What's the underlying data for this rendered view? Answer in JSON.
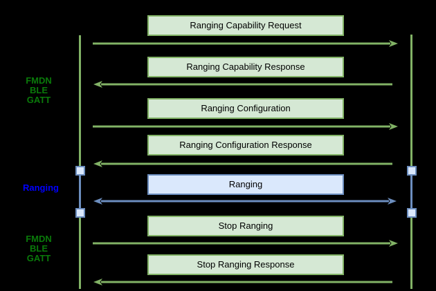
{
  "diagram": {
    "side_labels": [
      {
        "text": "FMDN\nBLE\nGATT",
        "color": "green"
      },
      {
        "text": "Ranging",
        "color": "blue"
      },
      {
        "text": "FMDN\nBLE\nGATT",
        "color": "green"
      }
    ],
    "messages": [
      {
        "label": "Ranging Capability Request",
        "direction": "right",
        "scheme": "green"
      },
      {
        "label": "Ranging Capability Response",
        "direction": "left",
        "scheme": "green"
      },
      {
        "label": "Ranging Configuration",
        "direction": "right",
        "scheme": "green"
      },
      {
        "label": "Ranging Configuration Response",
        "direction": "left",
        "scheme": "green"
      },
      {
        "label": "Ranging",
        "direction": "both",
        "scheme": "blue"
      },
      {
        "label": "Stop Ranging",
        "direction": "right",
        "scheme": "green"
      },
      {
        "label": "Stop Ranging Response",
        "direction": "left",
        "scheme": "green"
      }
    ],
    "colors": {
      "bg": "#000000",
      "green_fill": "#d5e8d4",
      "green_stroke": "#82b366",
      "blue_fill": "#dae8fc",
      "blue_stroke": "#6c8ebf",
      "label_green": "#0a7a0a",
      "label_blue": "#0000ff",
      "box_text": "#000000"
    }
  }
}
